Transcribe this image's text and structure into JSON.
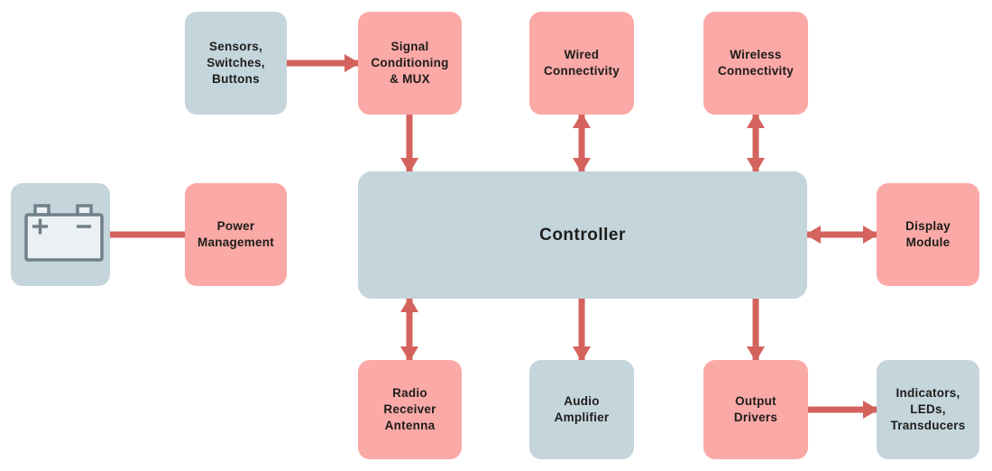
{
  "colors": {
    "background": "#FFFFFF",
    "box_pink": "#FAA9A6",
    "box_blue": "#C4D5DB",
    "arrow_red": "#D4625D",
    "text_dark": "#1D1D1B",
    "battery_body_fill": "#EAF0F3",
    "battery_stroke": "#70808A"
  },
  "nodes": {
    "sensors": {
      "label": "Sensors,\nSwitches,\nButtons",
      "color": "blue"
    },
    "signal": {
      "label": "Signal\nConditioning\n& MUX",
      "color": "pink"
    },
    "wired": {
      "label": "Wired\nConnectivity",
      "color": "pink"
    },
    "wireless": {
      "label": "Wireless\nConnectivity",
      "color": "pink"
    },
    "battery": {
      "icon": "battery-icon",
      "color": "blue"
    },
    "power": {
      "label": "Power\nManagement",
      "color": "pink"
    },
    "controller": {
      "label": "Controller",
      "color": "blue"
    },
    "display": {
      "label": "Display\nModule",
      "color": "pink"
    },
    "radio": {
      "label": "Radio\nReceiver\nAntenna",
      "color": "pink"
    },
    "audio": {
      "label": "Audio\nAmplifier",
      "color": "blue"
    },
    "output": {
      "label": "Output\nDrivers",
      "color": "pink"
    },
    "indicators": {
      "label": "Indicators,\nLEDs,\nTransducers",
      "color": "blue"
    }
  },
  "edges": [
    {
      "from": "battery",
      "to": "power",
      "style": "line"
    },
    {
      "from": "sensors",
      "to": "signal",
      "style": "arrow"
    },
    {
      "from": "signal",
      "to": "controller",
      "style": "arrow"
    },
    {
      "from": "wired",
      "to": "controller",
      "style": "double-arrow"
    },
    {
      "from": "wireless",
      "to": "controller",
      "style": "double-arrow"
    },
    {
      "from": "controller",
      "to": "display",
      "style": "double-arrow"
    },
    {
      "from": "controller",
      "to": "radio",
      "style": "double-arrow"
    },
    {
      "from": "controller",
      "to": "audio",
      "style": "arrow"
    },
    {
      "from": "controller",
      "to": "output",
      "style": "arrow"
    },
    {
      "from": "output",
      "to": "indicators",
      "style": "arrow"
    }
  ]
}
